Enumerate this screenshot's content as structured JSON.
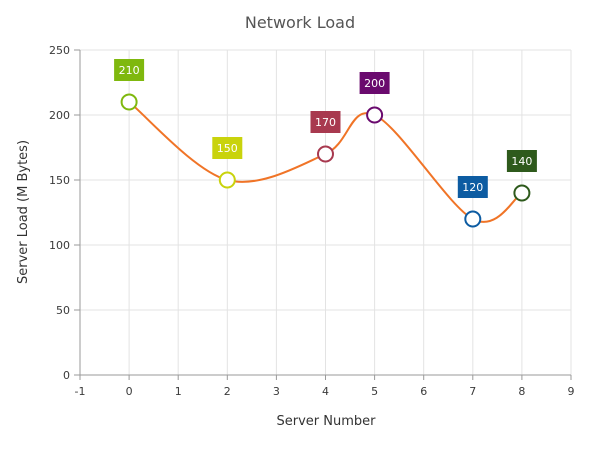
{
  "chart_data": {
    "type": "line",
    "subtype": "spline",
    "title": "Network Load",
    "xlabel": "Server Number",
    "ylabel": "Server Load (M Bytes)",
    "xlim": [
      -1,
      9
    ],
    "ylim": [
      0,
      250
    ],
    "x_ticks": [
      "-1",
      "0",
      "1",
      "2",
      "3",
      "4",
      "5",
      "6",
      "7",
      "8",
      "9"
    ],
    "y_ticks": [
      "0",
      "50",
      "100",
      "150",
      "200",
      "250"
    ],
    "grid": true,
    "legend": false,
    "line_color": "#f07427",
    "points": [
      {
        "x": 0,
        "y": 210,
        "label": "210",
        "color": "#7fb80e"
      },
      {
        "x": 2,
        "y": 150,
        "label": "150",
        "color": "#c9d30c"
      },
      {
        "x": 4,
        "y": 170,
        "label": "170",
        "color": "#a8394f"
      },
      {
        "x": 5,
        "y": 200,
        "label": "200",
        "color": "#6a0a6e"
      },
      {
        "x": 7,
        "y": 120,
        "label": "120",
        "color": "#0d5ca2"
      },
      {
        "x": 8,
        "y": 140,
        "label": "140",
        "color": "#2e5a1c"
      }
    ]
  }
}
